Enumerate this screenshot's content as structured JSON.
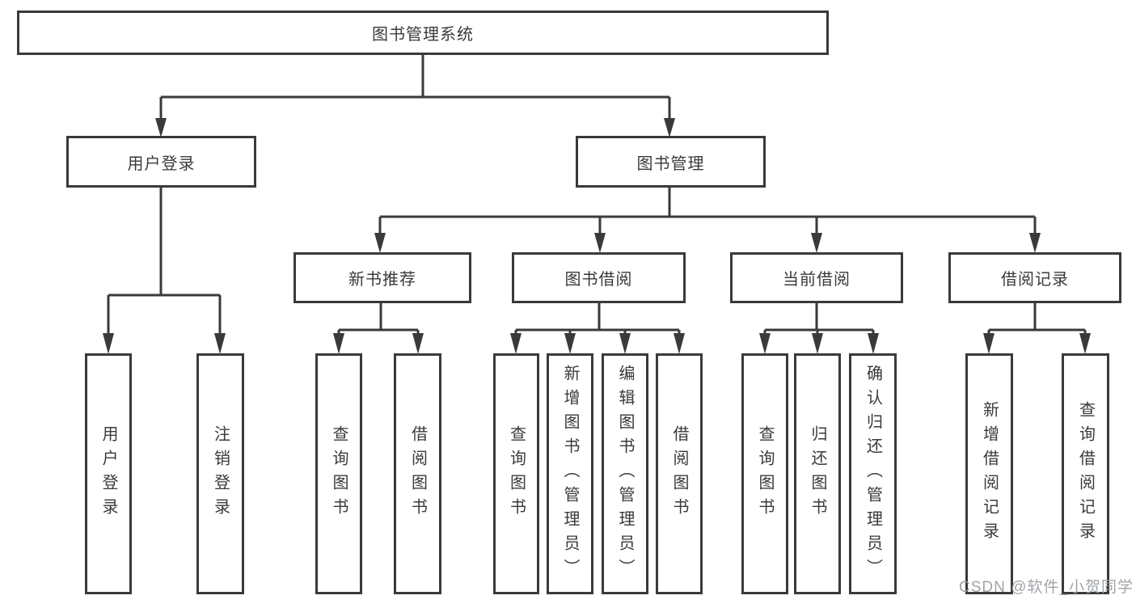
{
  "diagram": {
    "watermark": "CSDN @软件_小贺同学",
    "colors": {
      "line": "#3a3a3a",
      "box_border": "#3a3a3a",
      "text": "#3a3a3a",
      "background": "#ffffff",
      "watermark": "#969aa0"
    },
    "nodes": {
      "root": {
        "label": "图书管理系统"
      },
      "user_login": {
        "label": "用户登录"
      },
      "book_mgmt": {
        "label": "图书管理"
      },
      "new_book_rec": {
        "label": "新书推荐"
      },
      "book_borrow": {
        "label": "图书借阅"
      },
      "current_borrow": {
        "label": "当前借阅"
      },
      "borrow_record": {
        "label": "借阅记录"
      },
      "leaf_user_login": {
        "label": "用户登录"
      },
      "leaf_logout": {
        "label": "注销登录"
      },
      "leaf_query_books_1": {
        "label": "查询图书"
      },
      "leaf_borrow_books_1": {
        "label": "借阅图书"
      },
      "leaf_query_books_2": {
        "label": "查询图书"
      },
      "leaf_add_book": {
        "label": "新增图书（管理员）"
      },
      "leaf_edit_book": {
        "label": "编辑图书（管理员）"
      },
      "leaf_borrow_books_2": {
        "label": "借阅图书"
      },
      "leaf_query_books_3": {
        "label": "查询图书"
      },
      "leaf_return_book": {
        "label": "归还图书"
      },
      "leaf_confirm_return": {
        "label": "确认归还（管理员）"
      },
      "leaf_add_borrow_record": {
        "label": "新增借阅记录"
      },
      "leaf_query_borrow_record": {
        "label": "查询借阅记录"
      }
    }
  }
}
